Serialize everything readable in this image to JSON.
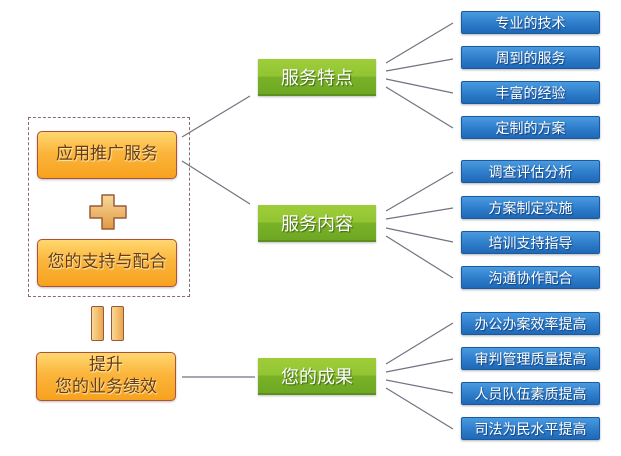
{
  "left_group": {
    "service_box": "应用推广服务",
    "support_box": "您的支持与配合",
    "plus_symbol": "plus",
    "equals_symbol": "equals",
    "result_box": {
      "line1": "提升",
      "line2": "您的业务绩效"
    }
  },
  "branches": [
    {
      "label": "服务特点",
      "items": [
        "专业的技术",
        "周到的服务",
        "丰富的经验",
        "定制的方案"
      ]
    },
    {
      "label": "服务内容",
      "items": [
        "调查评估分析",
        "方案制定实施",
        "培训支持指导",
        "沟通协作配合"
      ]
    },
    {
      "label": "您的成果",
      "items": [
        "办公办案效率提高",
        "审判管理质量提高",
        "人员队伍素质提高",
        "司法为民水平提高"
      ]
    }
  ],
  "colors": {
    "orange": "#f7a21e",
    "green": "#79b227",
    "blue": "#2f7fcc",
    "connector": "#6f7480"
  }
}
